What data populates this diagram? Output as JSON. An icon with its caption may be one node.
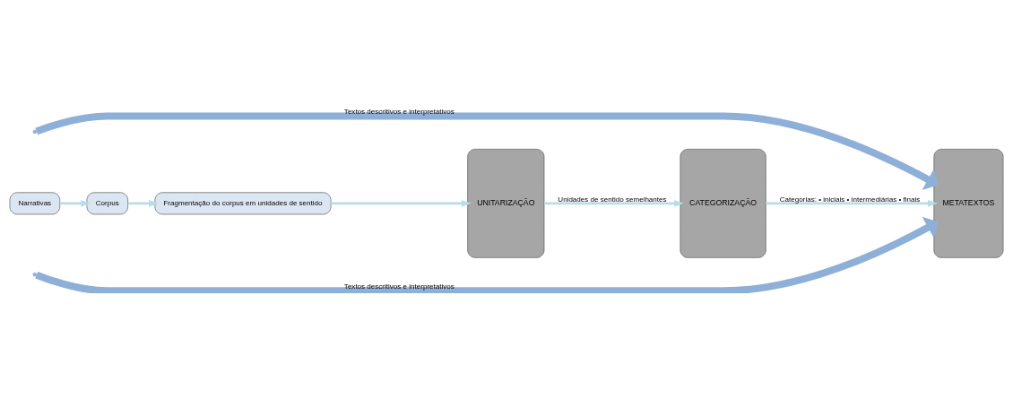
{
  "diagram": {
    "nodes": [
      {
        "text": [
          "Narrativas"
        ]
      },
      {
        "text": [
          "Corpus"
        ]
      },
      {
        "text": [
          "Fragmentação do corpus em unidades de sentido"
        ]
      },
      {
        "text": [
          "UNITARIZAÇÃO"
        ]
      },
      {
        "text": [
          "CATEGORIZAÇÃO"
        ]
      },
      {
        "text": [
          "METATEXTOS"
        ]
      }
    ],
    "edges": [
      {
        "from": 0,
        "to": 1,
        "arrow": "to"
      },
      {
        "from": 1,
        "to": 2,
        "arrow": "to"
      },
      {
        "from": 2,
        "to": 3,
        "arrow": "to"
      },
      {
        "from": 3,
        "to": 4,
        "arrow": "to",
        "label": "Unidades de sentido semelhantes"
      },
      {
        "from": 4,
        "to": 5,
        "arrow": "to",
        "label": "Categorias: • iniciais • intermediárias • finais"
      },
      {
        "from": null,
        "to": 5,
        "arrow": "to",
        "label": "Textos descritivos e interpretativos",
        "style": "thick",
        "color": "#8eb0d8"
      },
      {
        "from": null,
        "to": 5,
        "arrow": "to",
        "label": "Textos descritivos e interpretativos",
        "style": "thick",
        "color": "#8eb0d8"
      }
    ]
  }
}
